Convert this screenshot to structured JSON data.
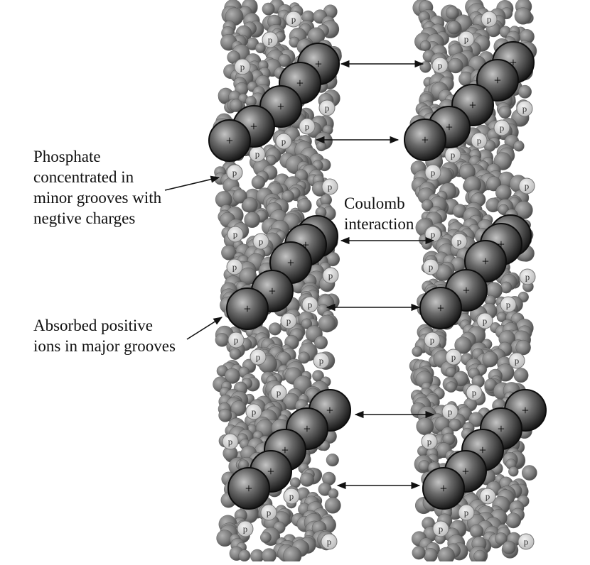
{
  "labels": {
    "phosphate": "Phosphate\nconcentrated in\nminor grooves with\nnegtive charges",
    "positive_ions": "Absorbed positive\nions in major grooves",
    "coulomb": "Coulomb\ninteraction"
  },
  "symbols": {
    "phosphate": "p",
    "positive_ion": "+"
  },
  "colors": {
    "background": "#ffffff",
    "backbone": "#8a8a8a",
    "backbone_dark": "#5e5e5e",
    "phosphate_fill": "#d9d9d9",
    "ion_light": "#b5b5b5",
    "ion_dark": "#1e1e1e",
    "text": "#111111"
  }
}
